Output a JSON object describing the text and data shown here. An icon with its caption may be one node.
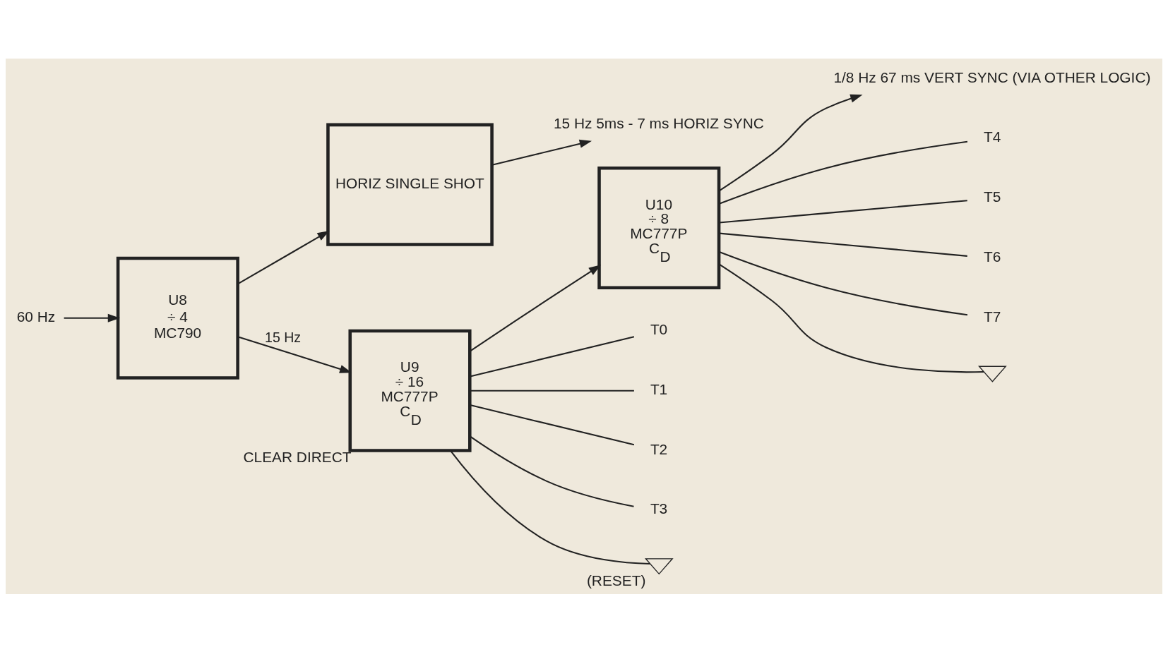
{
  "diagram": {
    "nodes": [
      {
        "text": [
          "60 Hz"
        ]
      },
      {
        "text": [
          "U8",
          "÷ 4",
          "MC790"
        ]
      },
      {
        "text": [
          "HORIZ SINGLE SHOT"
        ]
      },
      {
        "text": [
          "U9",
          "÷ 16",
          "MC777P",
          "C$_{D}$"
        ],
        "beside": [
          "CLEAR DIRECT"
        ]
      },
      {
        "text": [
          "U10",
          "÷ 8",
          "MC777P",
          "C$_{D}$"
        ]
      },
      {
        "text": [
          "15 Hz 5ms - 7 ms HORIZ SYNC"
        ]
      },
      {
        "text": [
          "1/8 Hz 67 ms VERT SYNC (VIA OTHER LOGIC)"
        ]
      },
      {
        "text": [
          "T0"
        ]
      },
      {
        "text": [
          "T1"
        ]
      },
      {
        "text": [
          "T2"
        ]
      },
      {
        "text": [
          "T3"
        ]
      },
      {
        "text": [
          "T4"
        ]
      },
      {
        "text": [
          "T5"
        ]
      },
      {
        "text": [
          "T6"
        ]
      },
      {
        "text": [
          "T7"
        ]
      },
      {
        "text": [],
        "shape": "ground",
        "beside": [
          "(RESET)"
        ]
      },
      {
        "text": [],
        "shape": "ground"
      }
    ],
    "edges": [
      {
        "from": 0,
        "to": 1,
        "arrow": "to"
      },
      {
        "from": 1,
        "to": 3,
        "arrow": "to",
        "label": "15 Hz"
      },
      {
        "from": 1,
        "to": 2,
        "arrow": "to"
      },
      {
        "from": 2,
        "to": 5,
        "arrow": "to"
      },
      {
        "from": 3,
        "to": 4,
        "arrow": "to"
      },
      {
        "from": 4,
        "to": 6,
        "arrow": "to"
      },
      {
        "from": 3,
        "to": 7,
        "arrow": "none"
      },
      {
        "from": 3,
        "to": 8,
        "arrow": "none"
      },
      {
        "from": 3,
        "to": 9,
        "arrow": "none"
      },
      {
        "from": 3,
        "to": 10,
        "arrow": "none"
      },
      {
        "from": 4,
        "to": 11,
        "arrow": "none"
      },
      {
        "from": 4,
        "to": 12,
        "arrow": "none"
      },
      {
        "from": 4,
        "to": 13,
        "arrow": "none"
      },
      {
        "from": 4,
        "to": 14,
        "arrow": "none"
      },
      {
        "from": 3,
        "to": 15,
        "arrow": "none"
      },
      {
        "from": 4,
        "to": 16,
        "arrow": "none"
      }
    ]
  }
}
